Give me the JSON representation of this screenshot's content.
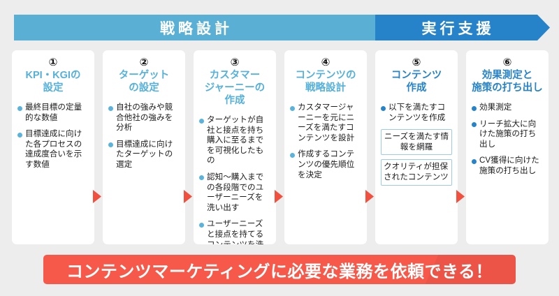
{
  "colors": {
    "background": "#ededed",
    "banner_strategy": "#59afd4",
    "banner_exec": "#2783c9",
    "title_light": "#55b0da",
    "title_dark": "#2783c9",
    "arrow_red": "#f1503f",
    "footer_red": "#f6584a",
    "card_white": "#ffffff",
    "subbox_border": "#9dcbe6"
  },
  "banners": [
    {
      "label": "戦略設計",
      "tone": "light"
    },
    {
      "label": "実行支援",
      "tone": "dark"
    }
  ],
  "cards": [
    {
      "number": "①",
      "title": "KPI・KGIの\n設定",
      "title_lines": [
        "KPI・KGIの",
        "設定"
      ],
      "tone": "light",
      "bullets": [
        "最終目標の定量的な数値",
        "目標達成に向けた各プロセスの達成度合いを示す数値"
      ],
      "subboxes": []
    },
    {
      "number": "②",
      "title": "ターゲット\nの設定",
      "title_lines": [
        "ターゲット",
        "の設定"
      ],
      "tone": "light",
      "bullets": [
        "自社の強みや競合他社の強みを分析",
        "目標達成に向けたターゲットの選定"
      ],
      "subboxes": []
    },
    {
      "number": "③",
      "title": "カスタマー\nジャーニーの\n作成",
      "title_lines": [
        "カスタマー",
        "ジャーニーの",
        "作成"
      ],
      "tone": "light",
      "bullets": [
        "ターゲットが自社と接点を持ち購入に至るまでを可視化したもの",
        "認知〜購入までの各段階でのユーザーニーズを洗い出す",
        "ユーザーニーズと接点を持てるコンテンツを洗い出す"
      ],
      "subboxes": []
    },
    {
      "number": "④",
      "title": "コンテンツの\n戦略設計",
      "title_lines": [
        "コンテンツの",
        "戦略設計"
      ],
      "tone": "light",
      "bullets": [
        "カスタマージャーニーを元にニーズを満たすコンテンツを設計",
        "作成するコンテンツの優先順位を決定"
      ],
      "subboxes": []
    },
    {
      "number": "⑤",
      "title": "コンテンツ\n作成",
      "title_lines": [
        "コンテンツ",
        "作成"
      ],
      "tone": "dark",
      "bullets": [
        "以下を満たすコンテンツを作成"
      ],
      "subboxes": [
        {
          "text": "ニーズを満たす情報を網羅",
          "align": "center"
        },
        {
          "text": "クオリティが担保されたコンテンツ",
          "align": "left"
        }
      ]
    },
    {
      "number": "⑥",
      "title": "効果測定と\n施策の打ち出し",
      "title_lines": [
        "効果測定と",
        "施策の打ち出し"
      ],
      "tone": "dark",
      "bullets": [
        "効果測定",
        "リーチ拡大に向けた施策の打ち出し",
        "CV獲得に向けた施策の打ち出し"
      ],
      "subboxes": []
    }
  ],
  "arrows": [
    {
      "name": "arrow-1-to-2"
    },
    {
      "name": "arrow-2-to-3"
    },
    {
      "name": "arrow-3-to-4"
    },
    {
      "name": "arrow-4-to-5"
    },
    {
      "name": "arrow-5-to-6"
    }
  ],
  "footer": {
    "text": "コンテンツマーケティングに必要な業務を依頼できる！"
  }
}
